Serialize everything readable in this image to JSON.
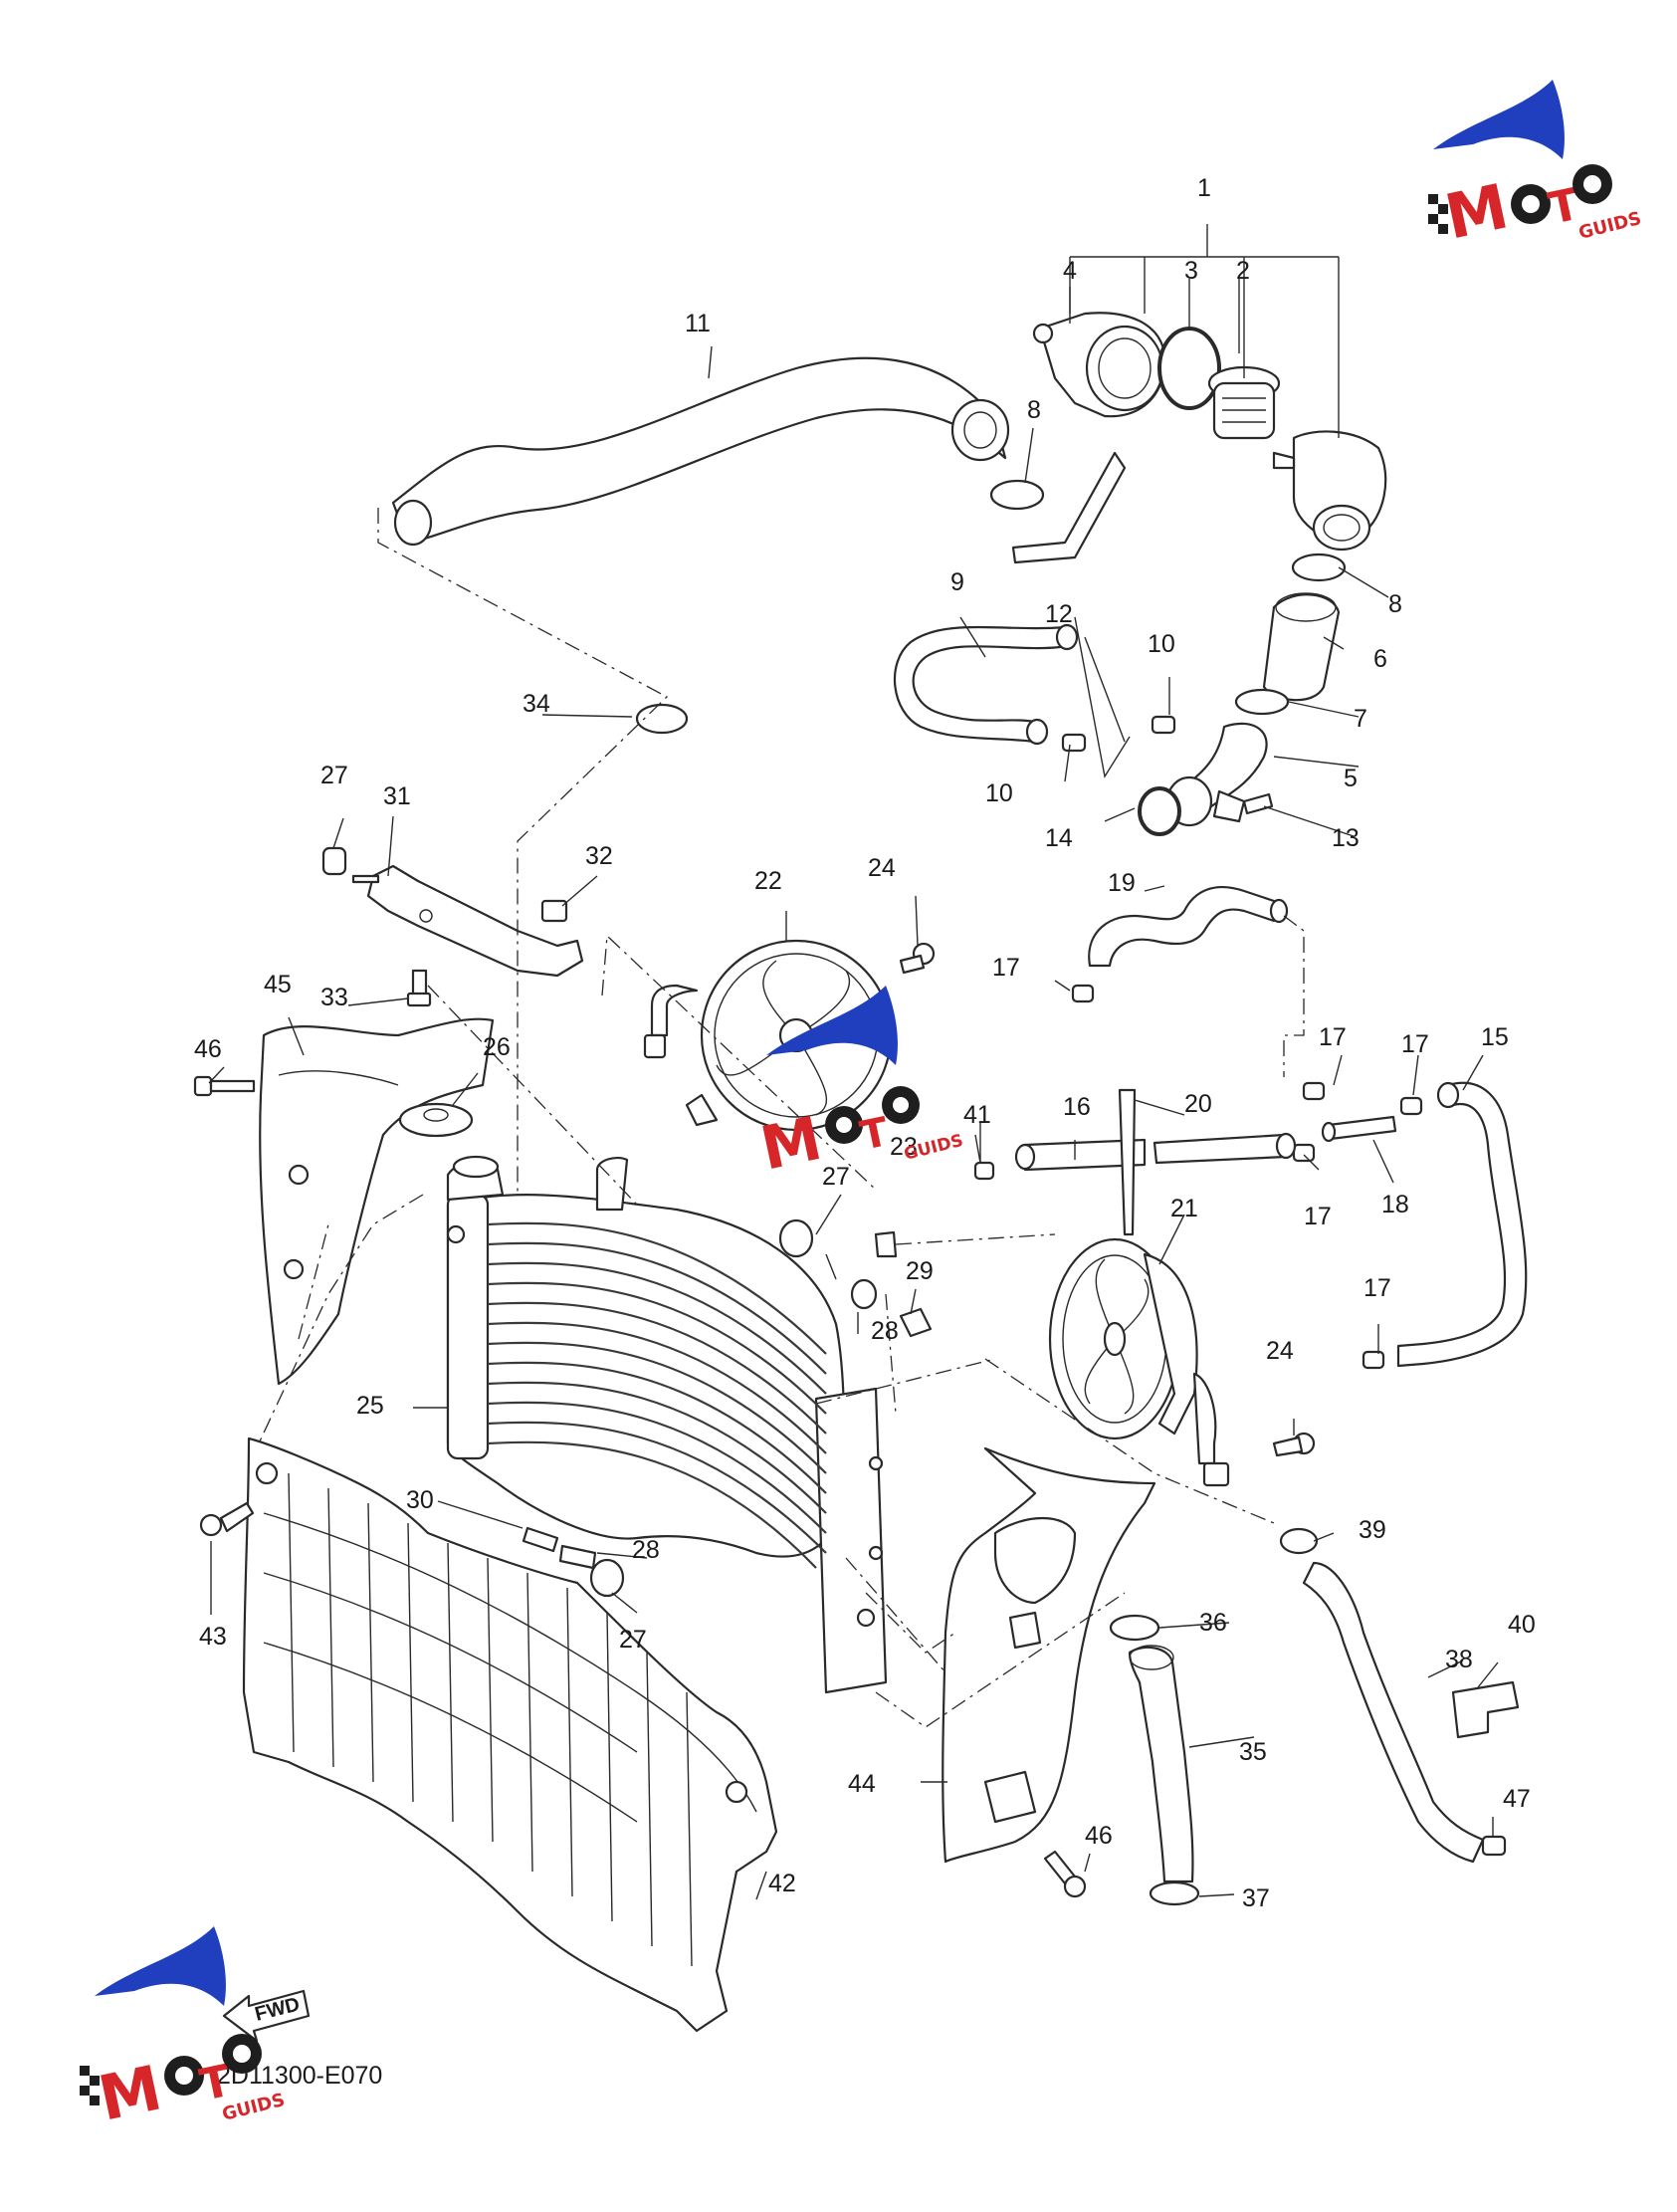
{
  "diagram": {
    "drawing_code": "2D11300-E070",
    "direction_label": "FWD",
    "watermark": "MOTO GUIDS",
    "colors": {
      "line": "#2a2a2a",
      "logo_blue": "#1f3fbf",
      "logo_red": "#d7262a",
      "logo_dark": "#1e1e1e"
    },
    "callouts": [
      "1",
      "2",
      "3",
      "4",
      "5",
      "6",
      "7",
      "8",
      "8",
      "9",
      "10",
      "10",
      "11",
      "12",
      "13",
      "14",
      "15",
      "16",
      "17",
      "17",
      "17",
      "17",
      "17",
      "18",
      "19",
      "20",
      "21",
      "22",
      "23",
      "24",
      "24",
      "25",
      "26",
      "27",
      "27",
      "27",
      "28",
      "28",
      "29",
      "30",
      "31",
      "32",
      "33",
      "34",
      "35",
      "36",
      "37",
      "38",
      "39",
      "40",
      "41",
      "42",
      "43",
      "44",
      "45",
      "46",
      "46",
      "47"
    ]
  }
}
